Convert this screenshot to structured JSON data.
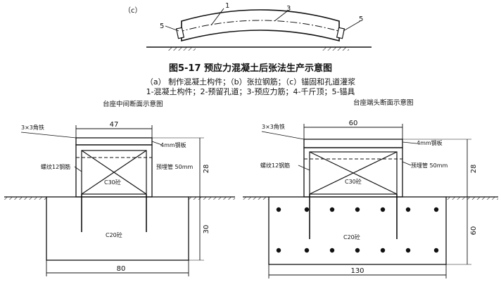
{
  "figure": {
    "panel_label": "（c）",
    "part_labels": {
      "member": "1",
      "tendon": "3",
      "anchor_left": "5",
      "anchor_right": "5"
    },
    "title": "图5-17  预应力混凝土后张法生产示意图",
    "caption_line1": "（a） 制作混凝土构件；（b）张拉钢筋；（c）锚固和孔道灌浆",
    "caption_line2": "1-混凝土构件；2-预留孔道；3-预应力筋；4-千斤顶；5-锚具"
  },
  "left_section": {
    "title": "台座中间断面示意图",
    "angle_iron": "3×3角铁",
    "steel_plate": "4mm钢板",
    "rebar": "螺纹12钢筋",
    "embed_pipe": "预埋管 50mm",
    "upper_concrete": "C30砼",
    "lower_concrete": "C20砼",
    "dim_top": "47",
    "dim_bottom": "80",
    "dim_upper_height": "28",
    "dim_lower_height": "30"
  },
  "right_section": {
    "title": "台座端头断面示意图",
    "angle_iron": "3×3角铁",
    "steel_plate": "4mm钢板",
    "rebar": "螺纹12钢筋",
    "embed_pipe": "预埋管 50mm",
    "upper_concrete": "C30砼",
    "lower_concrete": "C20砼",
    "dim_top": "60",
    "dim_bottom": "130",
    "dim_upper_height": "28",
    "dim_lower_height": "60"
  }
}
